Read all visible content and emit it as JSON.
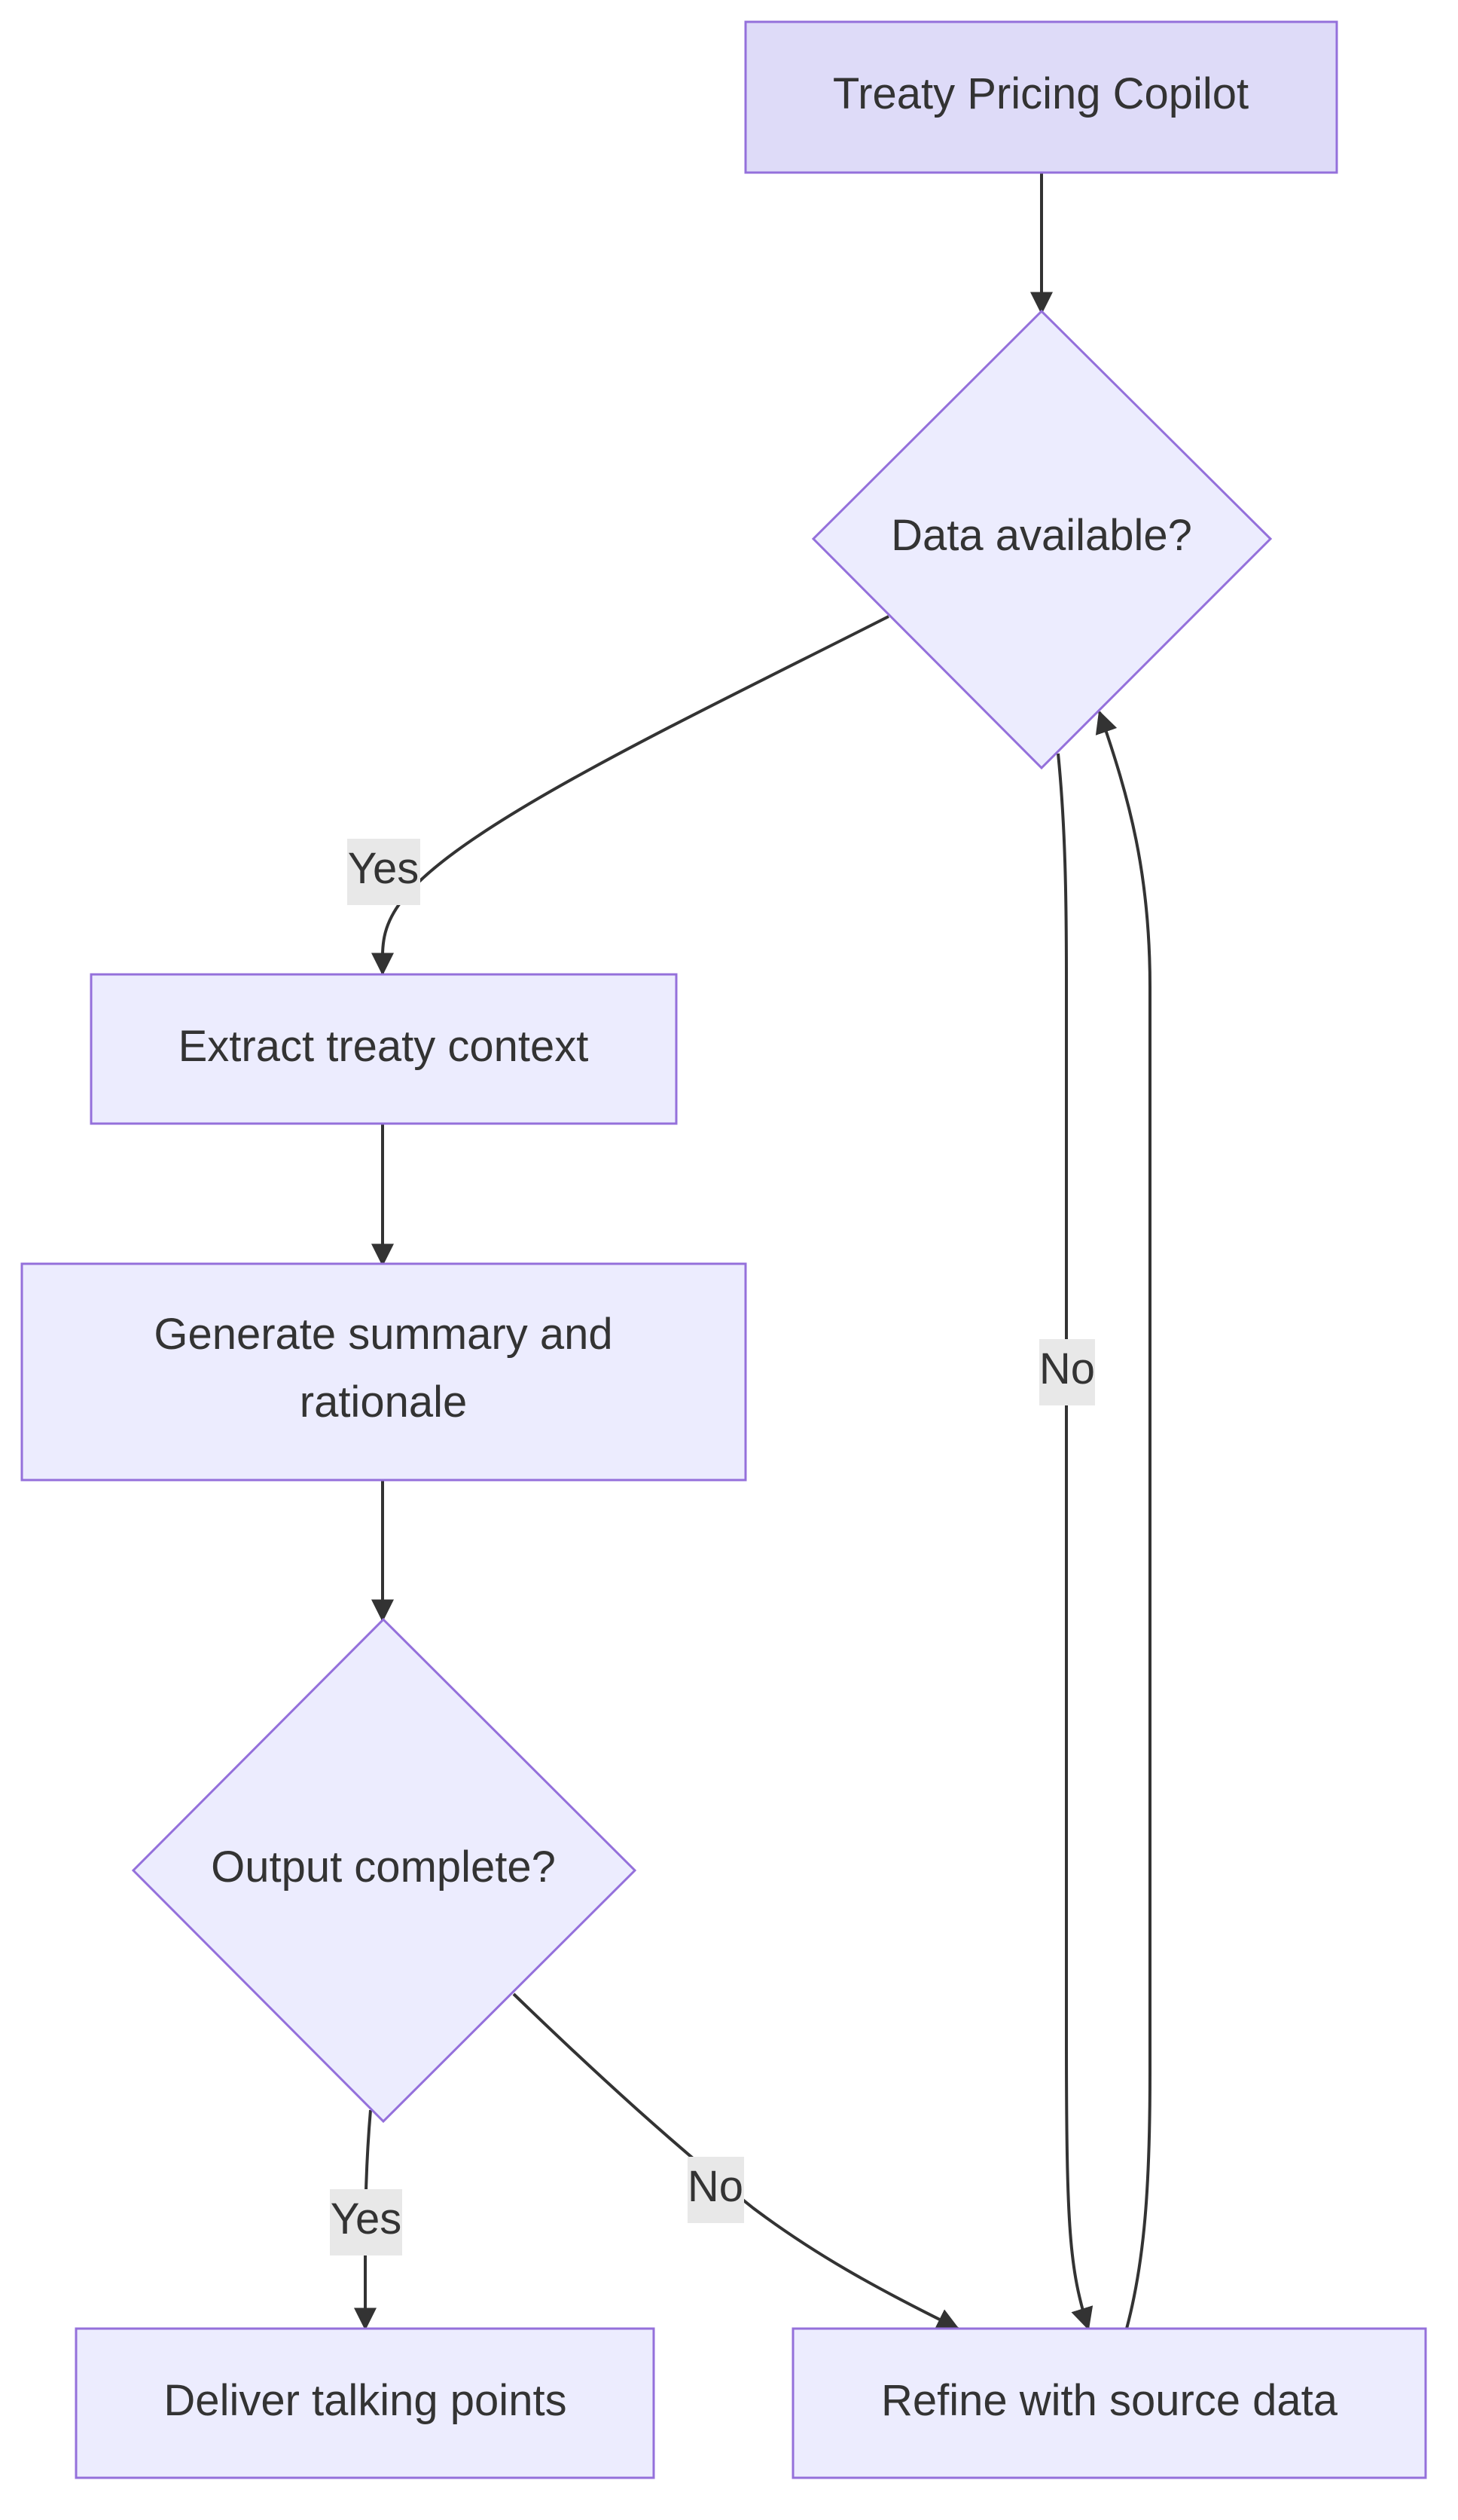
{
  "diagram": {
    "colors": {
      "node_fill": "#ececfe",
      "start_fill": "#dedbf8",
      "node_stroke": "#9470db",
      "edge": "#333333",
      "label_bg": "#e8e8e8",
      "text": "#333333"
    },
    "nodes": {
      "start": "Treaty Pricing Copilot",
      "data_check": "Data available?",
      "extract": "Extract treaty context",
      "generate_line1": "Generate summary and",
      "generate_line2": "rationale",
      "output_check": "Output complete?",
      "deliver": "Deliver talking points",
      "refine": "Refine with source data"
    },
    "edge_labels": {
      "data_yes": "Yes",
      "data_no": "No",
      "output_yes": "Yes",
      "output_no": "No"
    }
  }
}
